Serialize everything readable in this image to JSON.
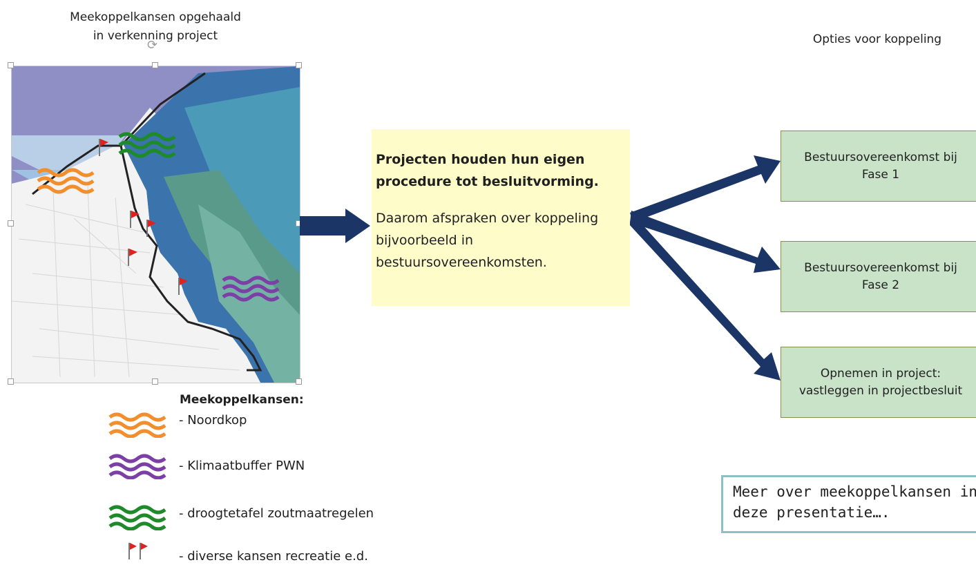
{
  "map_title": "Meekoppelkansen opgehaald\nin verkenning project",
  "options_title": "Opties voor koppeling",
  "center_box": {
    "bold": "Projecten houden hun eigen procedure tot besluitvorming.",
    "body": "Daarom afspraken over koppeling bijvoorbeeld in bestuursovereenkomsten."
  },
  "options": [
    {
      "label": "Bestuursovereenkomst bij\nFase 1"
    },
    {
      "label": "Bestuursovereenkomst bij\nFase 2"
    },
    {
      "label": "Opnemen in project:\nvastleggen in projectbesluit"
    }
  ],
  "legend": {
    "title": "Meekoppelkansen:",
    "items": [
      {
        "label": "- Noordkop",
        "icon": "orange-waves-icon",
        "color": "#f28e2b"
      },
      {
        "label": "- Klimaatbuffer PWN",
        "icon": "purple-waves-icon",
        "color": "#7b3fa6"
      },
      {
        "label": "- droogtetafel zoutmaatregelen",
        "icon": "green-waves-icon",
        "color": "#1f8a2a"
      },
      {
        "label": "- diverse kansen recreatie e.d.",
        "icon": "red-flags-icon",
        "color": "#e0221f"
      }
    ]
  },
  "more_box": "Meer over meekoppelkansen in\ndeze presentatie….",
  "colors": {
    "arrow": "#1a3566",
    "sea_shallow": "#4f9ab8",
    "sea_deep": "#2f5fa8",
    "land": "#efefef",
    "yellow_box": "#fefdc9",
    "option_box": "#c9e3c9"
  }
}
